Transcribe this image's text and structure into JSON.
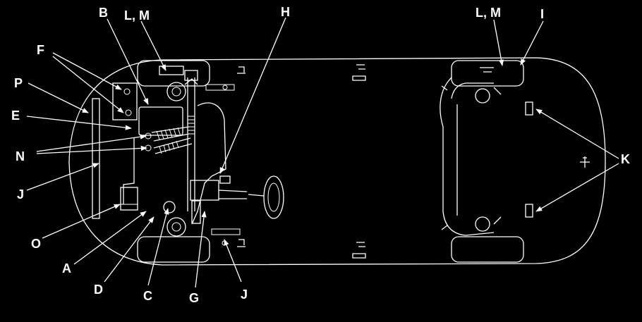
{
  "labels": {
    "A": "A",
    "B": "B",
    "C": "C",
    "D": "D",
    "E": "E",
    "F": "F",
    "G": "G",
    "H": "H",
    "I": "I",
    "J": "J",
    "K": "K",
    "LM": "L, M",
    "N": "N",
    "O": "O",
    "P": "P"
  },
  "colors": {
    "background": "#000000",
    "line": "#ffffff"
  }
}
